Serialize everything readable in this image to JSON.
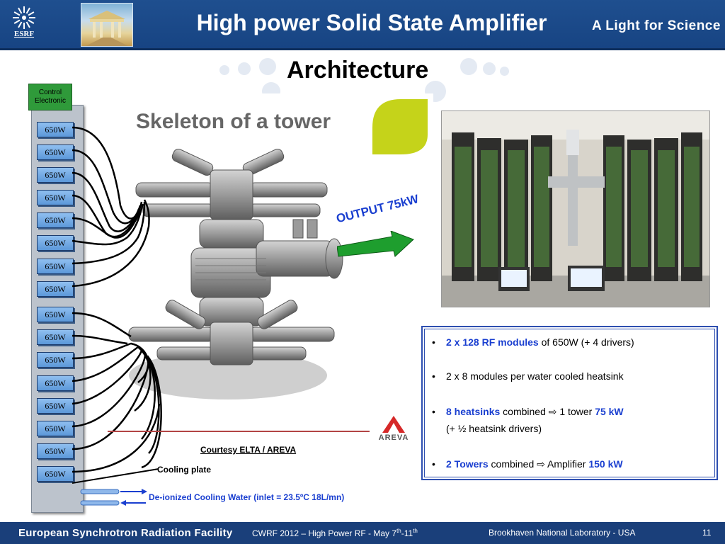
{
  "header": {
    "logo_text": "ESRF",
    "title": "High power Solid State Amplifier",
    "tagline": "A Light for Science"
  },
  "slide": {
    "subtitle": "Architecture",
    "skeleton_title": "Skeleton of a tower",
    "output_label": "OUTPUT 75kW",
    "courtesy": "Courtesy ELTA / AREVA",
    "cooling_plate": "Cooling plate",
    "cooling_water": "De-ionized Cooling Water (inlet = 23.5ºC 18L/mn)",
    "areva_logo_text": "AREVA"
  },
  "rack": {
    "control_label_line1": "Control",
    "control_label_line2": "Electronic",
    "modules": [
      "650W",
      "650W",
      "650W",
      "650W",
      "650W",
      "650W",
      "650W",
      "650W",
      "650W",
      "650W",
      "650W",
      "650W",
      "650W",
      "650W",
      "650W",
      "650W"
    ]
  },
  "bullets": {
    "b1_blue": "2 x 128 RF modules",
    "b1_rest": " of 650W (+ 4 drivers)",
    "b2": "2 x 8 modules per water cooled heatsink",
    "b3_blue": "8 heatsinks",
    "b3_mid": " combined ",
    "b3_arrow": "⇨",
    "b3_mid2": " 1 tower ",
    "b3_blue2": "75 kW",
    "b3_line2": "(+ ½ heatsink drivers)",
    "b4_blue": "2 Towers",
    "b4_mid": " combined ",
    "b4_arrow": "⇨",
    "b4_mid2": " Amplifier ",
    "b4_blue2": "150 kW"
  },
  "footer": {
    "left": "European Synchrotron Radiation Facility",
    "conf_a": "CWRF 2012 – High Power RF  - May 7",
    "conf_sup1": "th",
    "conf_b": "-11",
    "conf_sup2": "th",
    "lab": "Brookhaven National Laboratory - USA",
    "page": "11"
  },
  "colors": {
    "header_blue": "#1f4f8f",
    "footer_blue": "#1a3f7a",
    "module_blue": "#5c98d9",
    "control_green": "#2f9a3a",
    "highlight_blue": "#1a3fd0",
    "arrow_green": "#1e9e2e"
  }
}
